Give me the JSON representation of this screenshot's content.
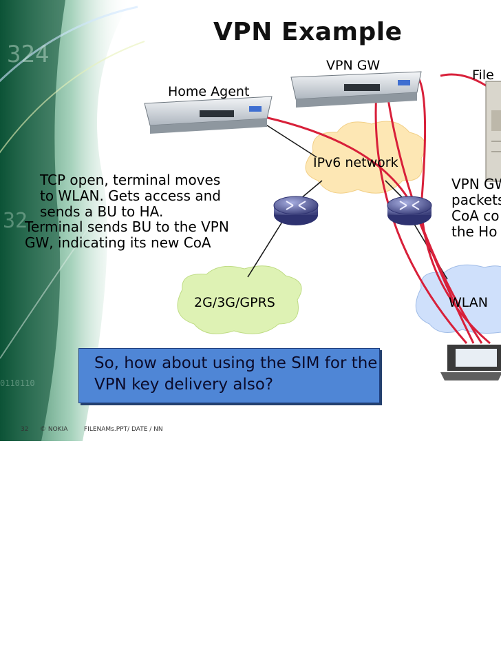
{
  "slide": {
    "title": "VPN Example",
    "labels": {
      "vpn_gw": "VPN GW",
      "file": "File",
      "home_agent": "Home Agent",
      "ipv6": "IPv6 network",
      "gprs": "2G/3G/GPRS",
      "wlan": "WLAN"
    },
    "text_left_1": "TCP open, terminal moves to WLAN. Gets access and sends a BU to HA.",
    "text_left_2": "Terminal sends BU to the VPN GW, indicating its new CoA",
    "text_right": "VPN GW packets CoA co the Ho",
    "callout": "So, how about using the SIM for the VPN key delivery also?",
    "footer": {
      "page": "32",
      "brand": "© NOKIA",
      "file": "FILENAMs.PPT/ DATE / NN"
    }
  },
  "colors": {
    "flow_line": "#d8203a",
    "link_line": "#1a1a1a",
    "callout_fill": "#4f86d6",
    "cloud_ipv6": "#fde7b4",
    "cloud_gprs": "#def2b4",
    "cloud_wlan": "#cfe0fb"
  },
  "icons": [
    "server-icon",
    "router-icon",
    "laptop-icon",
    "cloud-icon"
  ]
}
